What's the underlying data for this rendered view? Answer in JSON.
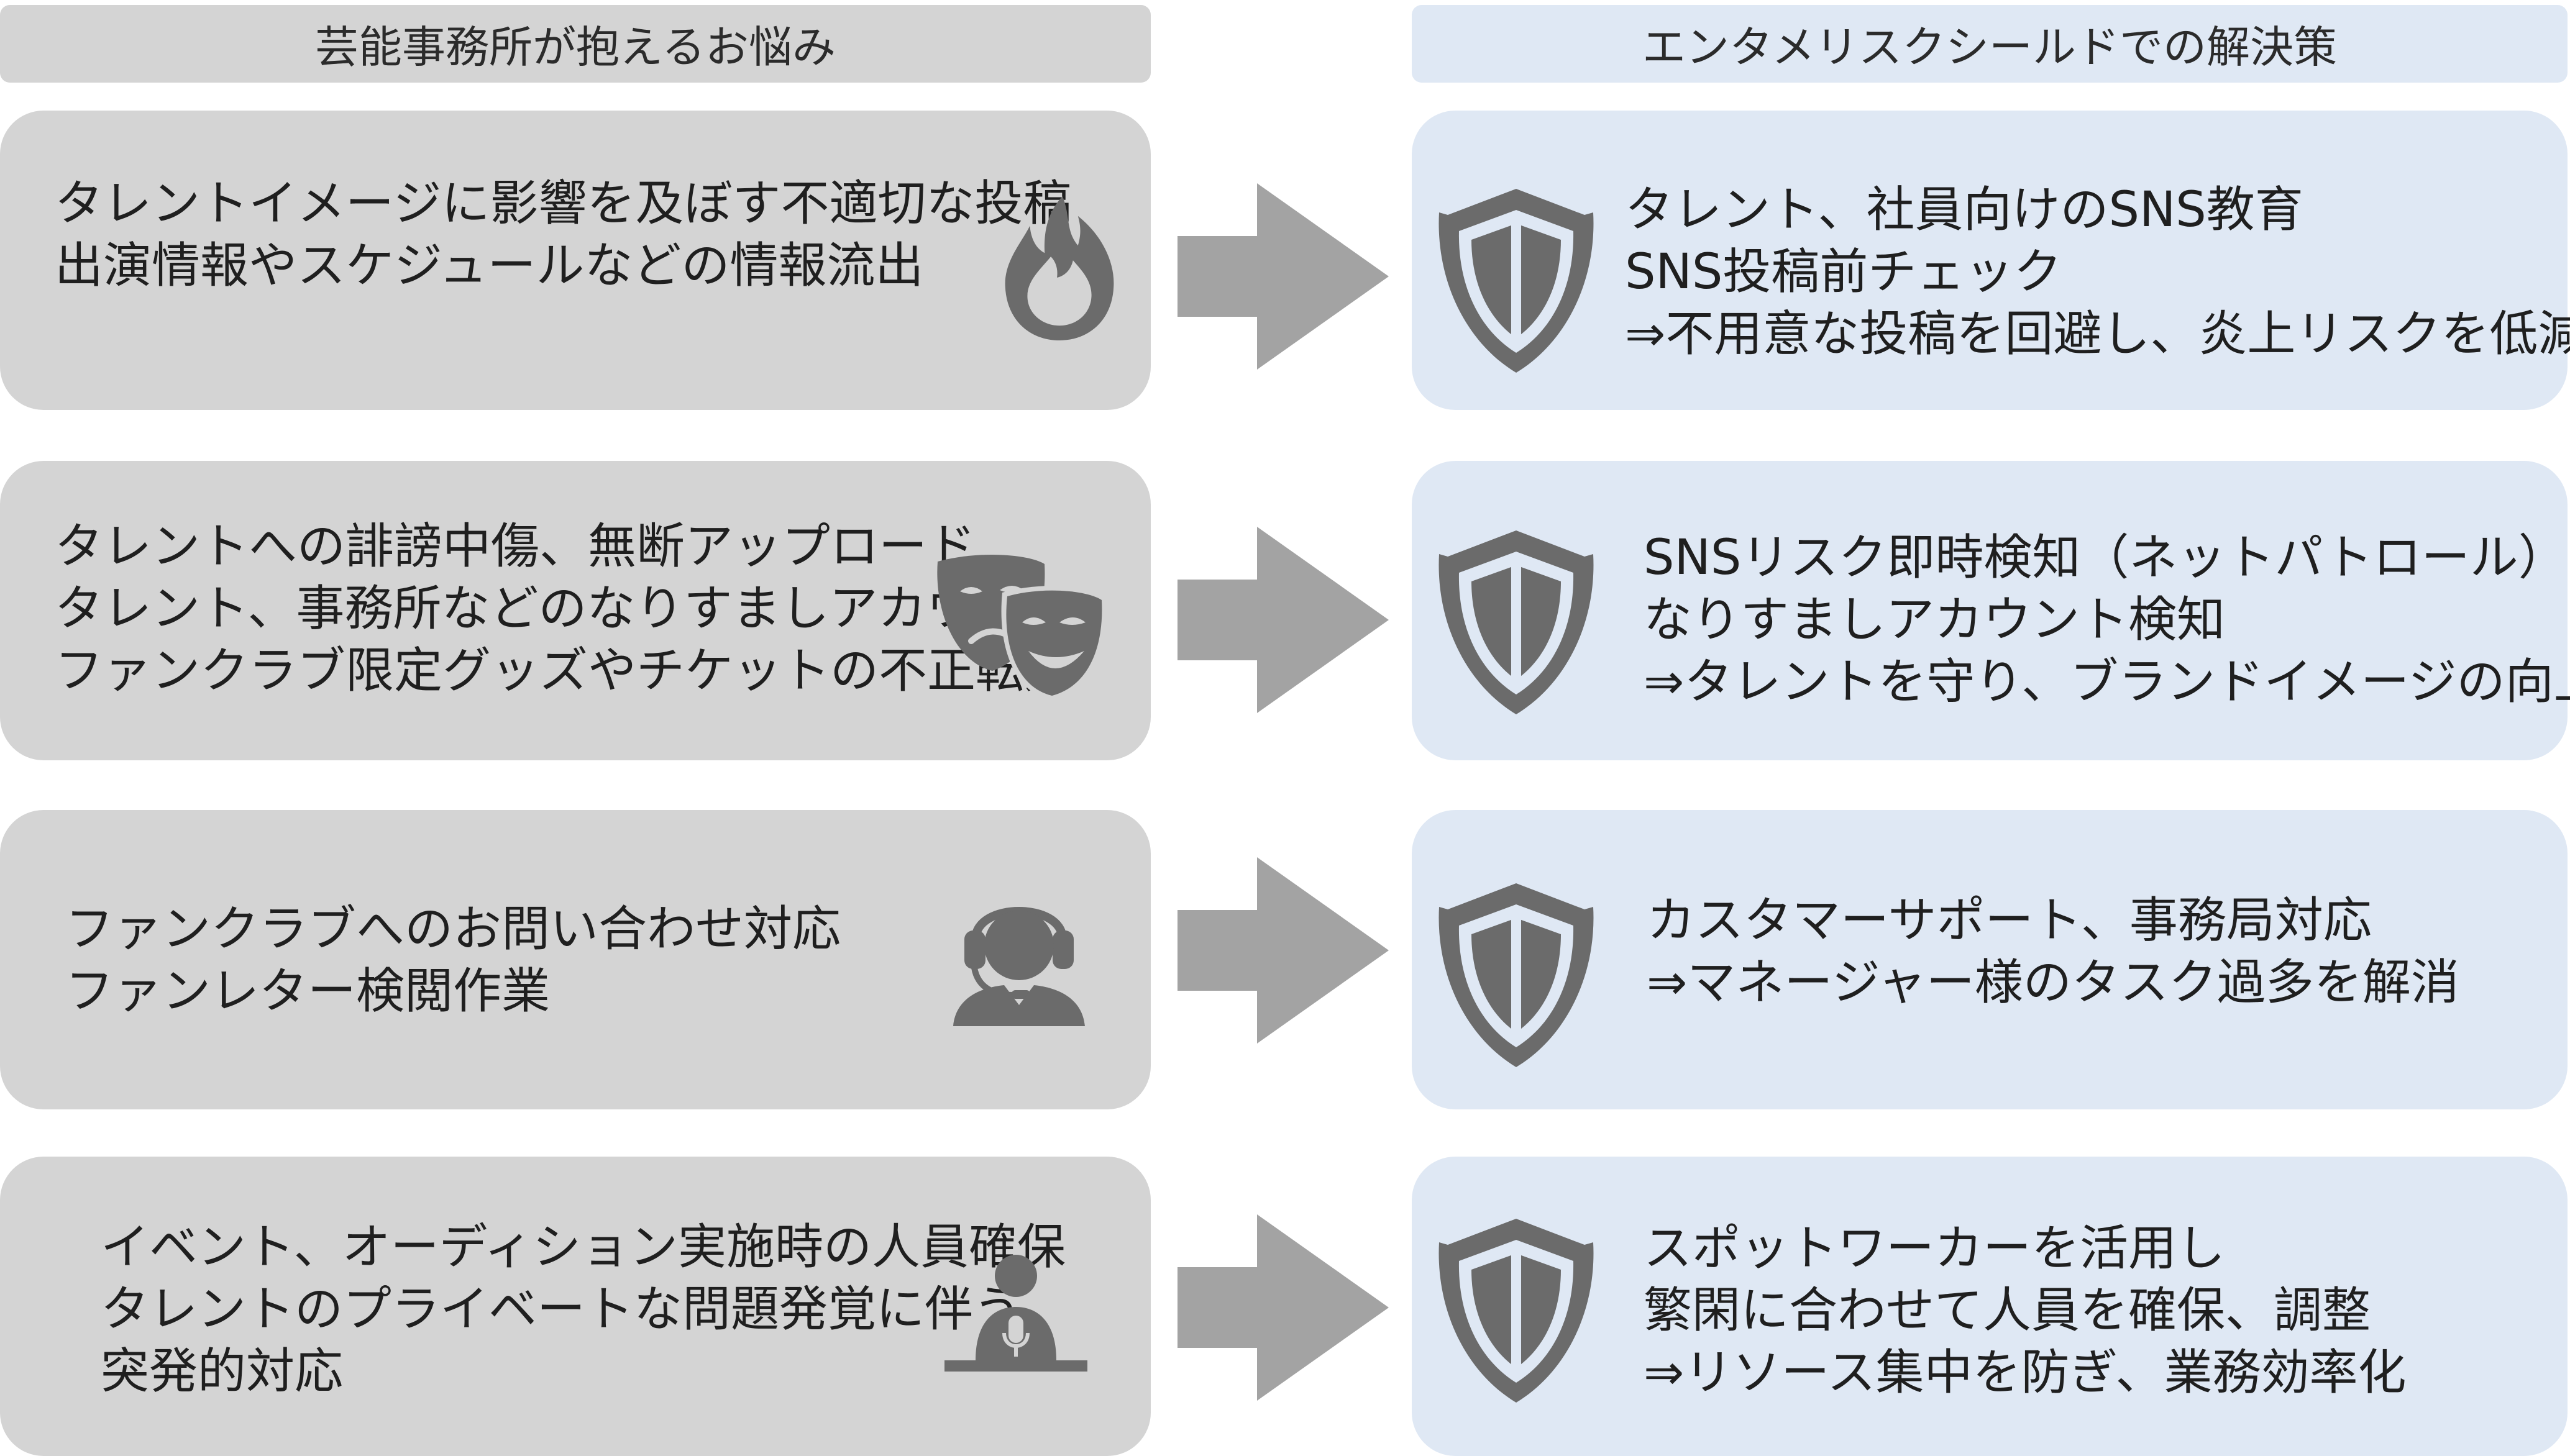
{
  "headers": {
    "left": "芸能事務所が抱えるお悩み",
    "right": "エンタメリスクシールドでの解決策"
  },
  "rows": [
    {
      "problem_icon": "fire-icon",
      "problem": [
        "タレントイメージに影響を及ぼす不適切な投稿",
        "出演情報やスケジュールなどの情報流出"
      ],
      "solution_icon": "shield-icon",
      "solution": [
        "タレント、社員向けのSNS教育",
        "SNS投稿前チェック",
        "⇒不用意な投稿を回避し、炎上リスクを低減"
      ]
    },
    {
      "problem_icon": "theater-masks-icon",
      "problem": [
        "タレントへの誹謗中傷、無断アップロード",
        "タレント、事務所などのなりすましアカウント",
        "ファンクラブ限定グッズやチケットの不正転売"
      ],
      "solution_icon": "shield-icon",
      "solution": [
        "SNSリスク即時検知（ネットパトロール）",
        "なりすましアカウント検知",
        "⇒タレントを守り、ブランドイメージの向上"
      ]
    },
    {
      "problem_icon": "support-headset-icon",
      "problem": [
        "ファンクラブへのお問い合わせ対応",
        "ファンレター検閲作業"
      ],
      "solution_icon": "shield-icon",
      "solution": [
        "カスタマーサポート、事務局対応",
        "⇒マネージャー様のタスク過多を解消"
      ]
    },
    {
      "problem_icon": "speaker-podium-icon",
      "problem": [
        "イベント、オーディション実施時の人員確保",
        "タレントのプライベートな問題発覚に伴う",
        "突発的対応"
      ],
      "solution_icon": "shield-icon",
      "solution": [
        "スポットワーカーを活用し",
        "繁閑に合わせて人員を確保、調整",
        "⇒リソース集中を防ぎ、業務効率化"
      ]
    }
  ],
  "colors": {
    "problem_bg": "#d4d4d4",
    "solution_bg": "#dfe8f4",
    "icon": "#6b6b6b",
    "arrow": "#a3a3a3"
  }
}
